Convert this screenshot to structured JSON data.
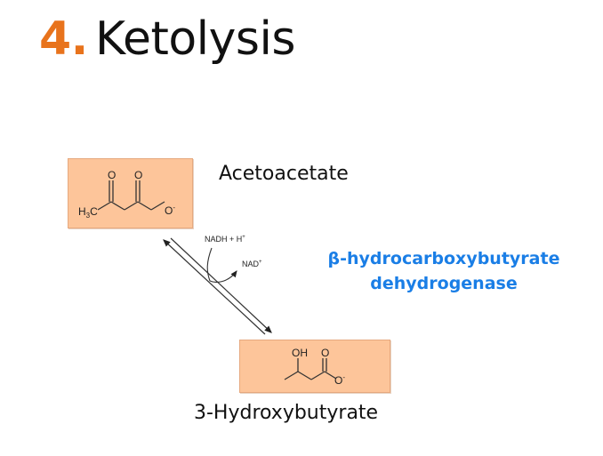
{
  "slide": {
    "title_number": "4.",
    "title_text": "Ketolysis",
    "colors": {
      "title_number": "#e8731c",
      "enzyme": "#1a7ee6",
      "box_fill": "#fdc59a"
    }
  },
  "reaction": {
    "substrate": {
      "name": "Acetoacetate",
      "structure_labels": {
        "methyl": "H3C",
        "ketone_o": "O",
        "carboxyl_o": "O",
        "carboxylate_o": "O-"
      }
    },
    "product": {
      "name": "3-Hydroxybutyrate",
      "structure_labels": {
        "hydroxyl": "OH",
        "carboxyl_o": "O",
        "carboxylate_o": "O-"
      }
    },
    "cofactor_in": "NADH + H+",
    "cofactor_out": "NAD+",
    "enzyme": {
      "line1": "β-hydrocarboxybutyrate",
      "line2": "dehydrogenase"
    },
    "arrow": "reversible"
  }
}
